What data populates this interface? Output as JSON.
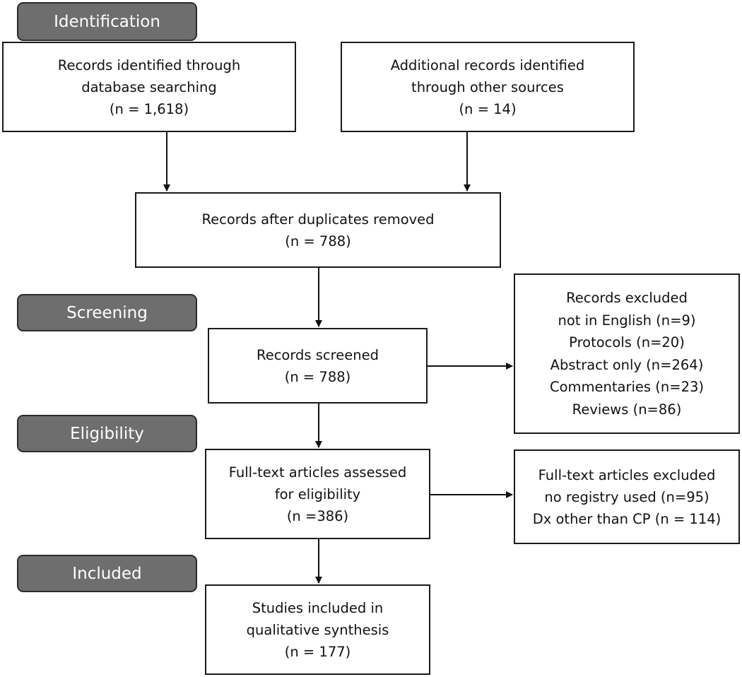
{
  "stages": {
    "identification": "Identification",
    "screening": "Screening",
    "eligibility": "Eligibility",
    "included": "Included"
  },
  "boxes": {
    "database_search": {
      "lines": [
        "Records identified through",
        "database searching",
        "(n = 1,618)"
      ]
    },
    "other_sources": {
      "lines": [
        "Additional records identified",
        "through other sources",
        "(n = 14)"
      ]
    },
    "duplicates_removed": {
      "lines": [
        "Records after duplicates removed",
        "(n = 788)"
      ]
    },
    "screened": {
      "lines": [
        "Records screened",
        "(n = 788)"
      ]
    },
    "excluded": {
      "lines": [
        "Records excluded",
        "not in English (n=9)",
        "Protocols (n=20)",
        "Abstract only (n=264)",
        "Commentaries (n=23)",
        "Reviews (n=86)"
      ]
    },
    "full_text": {
      "lines": [
        "Full-text articles assessed",
        "for eligibility",
        "(n =386)"
      ]
    },
    "full_text_excluded": {
      "lines": [
        "Full-text articles excluded",
        "no registry used (n=95)",
        "Dx other than CP (n = 114)"
      ]
    },
    "included": {
      "lines": [
        "Studies included in",
        "qualitative synthesis",
        "(n = 177)"
      ]
    }
  }
}
